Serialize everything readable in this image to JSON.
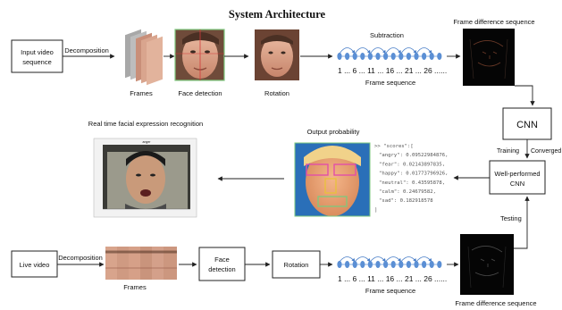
{
  "title": "System Architecture",
  "top_flow": {
    "input_box": [
      "Input video",
      "sequence"
    ],
    "decomposition": "Decomposition",
    "frames": "Frames",
    "face_detection": "Face detection",
    "rotation": "Rotation",
    "subtraction": "Subtraction",
    "sequence_numbers": "1 ... 6 ... 11 ... 16 ... 21 ... 26 ......",
    "frame_sequence": "Frame sequence",
    "frame_difference": "Frame difference sequence"
  },
  "cnn": {
    "cnn_box": "CNN",
    "training": "Training",
    "converged": "Converged",
    "well_performed": [
      "Well-performed",
      "CNN"
    ],
    "testing": "Testing"
  },
  "middle": {
    "realtime_title": "Real time facial expression recognition",
    "plot_title": "anger",
    "output_probability": "Output probability",
    "probability_lines": [
      ">> \"scores\":[",
      "\"angry\": 0.09522984876,",
      "\"fear\": 0.02143897835,",
      "\"happy\": 0.01773796926,",
      "\"neutral\": 0.43595878,",
      "\"calm\": 0.24679582,",
      "\"sad\": 0.182918578",
      "]"
    ]
  },
  "bottom_flow": {
    "live_video": "Live video",
    "decomposition": "Decomposition",
    "frames": "Frames",
    "face_detection": [
      "Face",
      "detection"
    ],
    "rotation": "Rotation",
    "sequence_numbers": "1 ... 6 ... 11 ... 16 ... 21 ... 26 ......",
    "frame_sequence": "Frame sequence",
    "frame_difference": "Frame difference sequence"
  },
  "colors": {
    "node_blue": "#5b8fd4",
    "arrow_blue": "#4a7fc8",
    "face_box_pink": "#e24fa8",
    "face_box_yellow": "#e8c23a",
    "detect_border_green": "#7ec97e"
  }
}
